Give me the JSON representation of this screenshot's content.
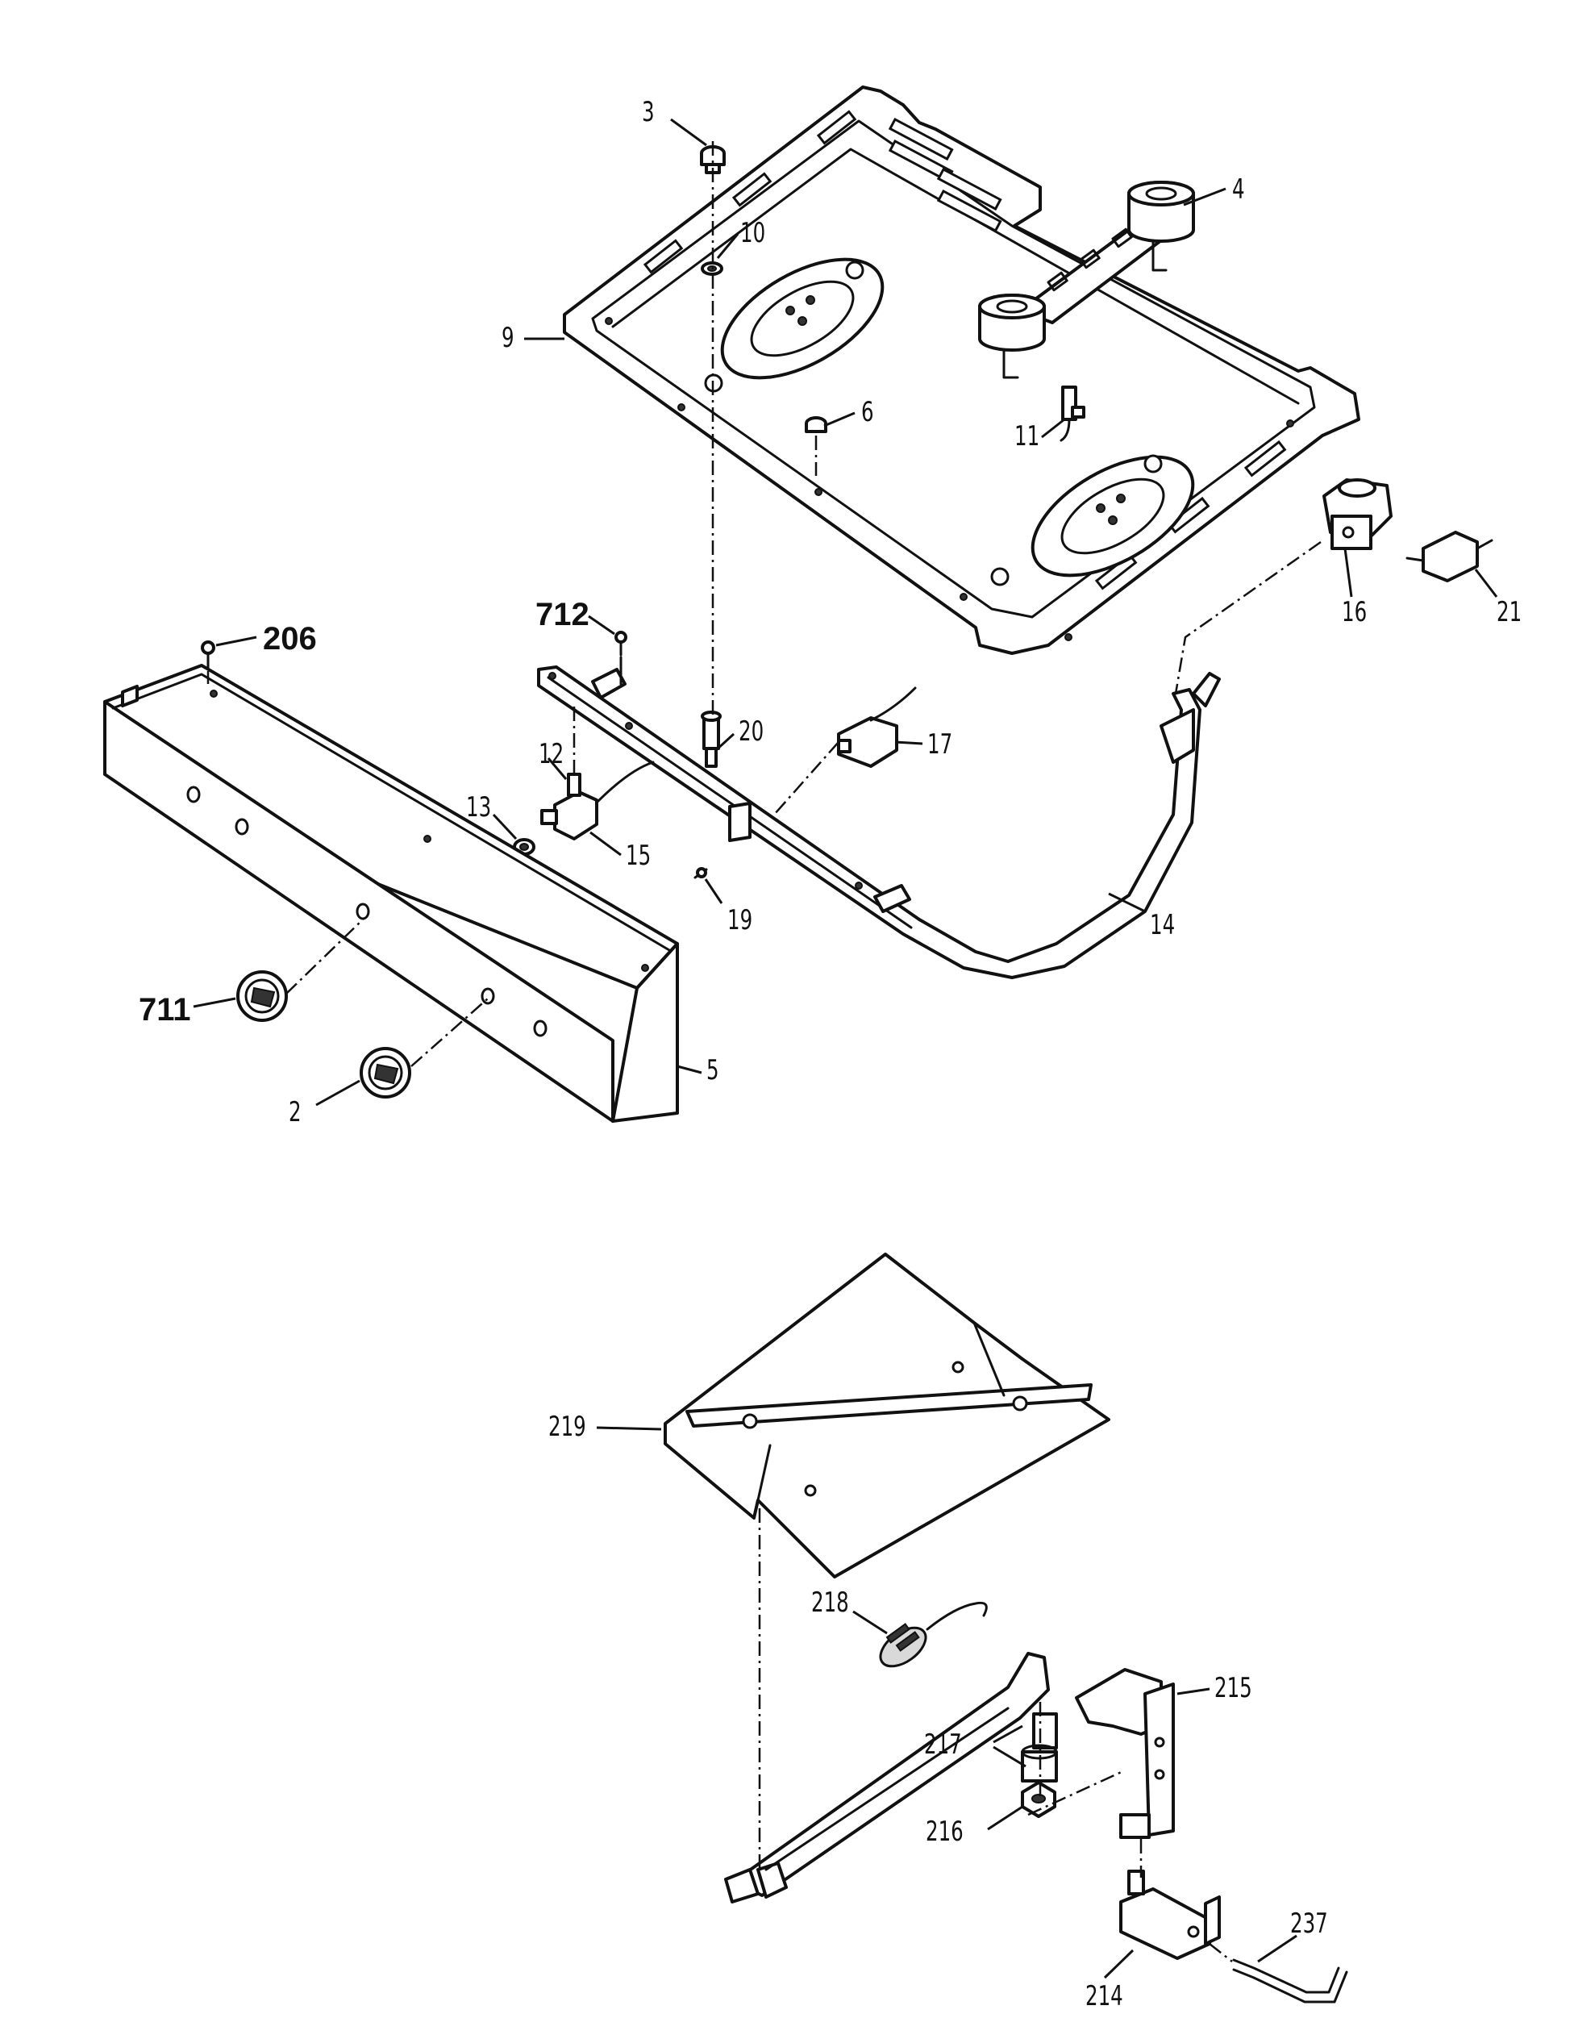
{
  "callouts": {
    "c3": "3",
    "c4": "4",
    "c10": "10",
    "c9": "9",
    "c6": "6",
    "c11": "11",
    "c16": "16",
    "c21": "21",
    "c712": "712",
    "c206": "206",
    "c20": "20",
    "c17": "17",
    "c12": "12",
    "c13": "13",
    "c15": "15",
    "c19": "19",
    "c14": "14",
    "c711": "711",
    "c5": "5",
    "c2": "2",
    "c219": "219",
    "c218": "218",
    "c215": "215",
    "c217": "217",
    "c216": "216",
    "c237": "237",
    "c214": "214"
  }
}
